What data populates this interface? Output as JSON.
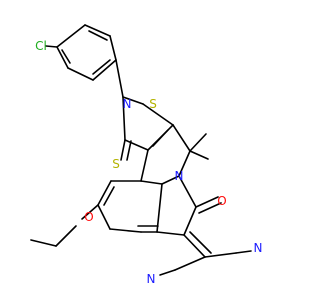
{
  "colors": {
    "background": "#ffffff",
    "bond": "#000000",
    "carbon": "#000000",
    "chlorine": "#1fae1f",
    "nitrogen": "#1a1aff",
    "sulfur": "#b3b300",
    "oxygen": "#ff0d0d"
  },
  "atoms": [
    {
      "symbol": "Cl",
      "element": "chlorine"
    },
    {
      "symbol": "N",
      "element": "nitrogen"
    },
    {
      "symbol": "S",
      "element": "sulfur"
    },
    {
      "symbol": "S",
      "element": "sulfur"
    },
    {
      "symbol": "N",
      "element": "nitrogen"
    },
    {
      "symbol": "O",
      "element": "oxygen"
    },
    {
      "symbol": "O",
      "element": "oxygen"
    },
    {
      "symbol": "N",
      "element": "nitrogen"
    },
    {
      "symbol": "N",
      "element": "nitrogen"
    }
  ]
}
